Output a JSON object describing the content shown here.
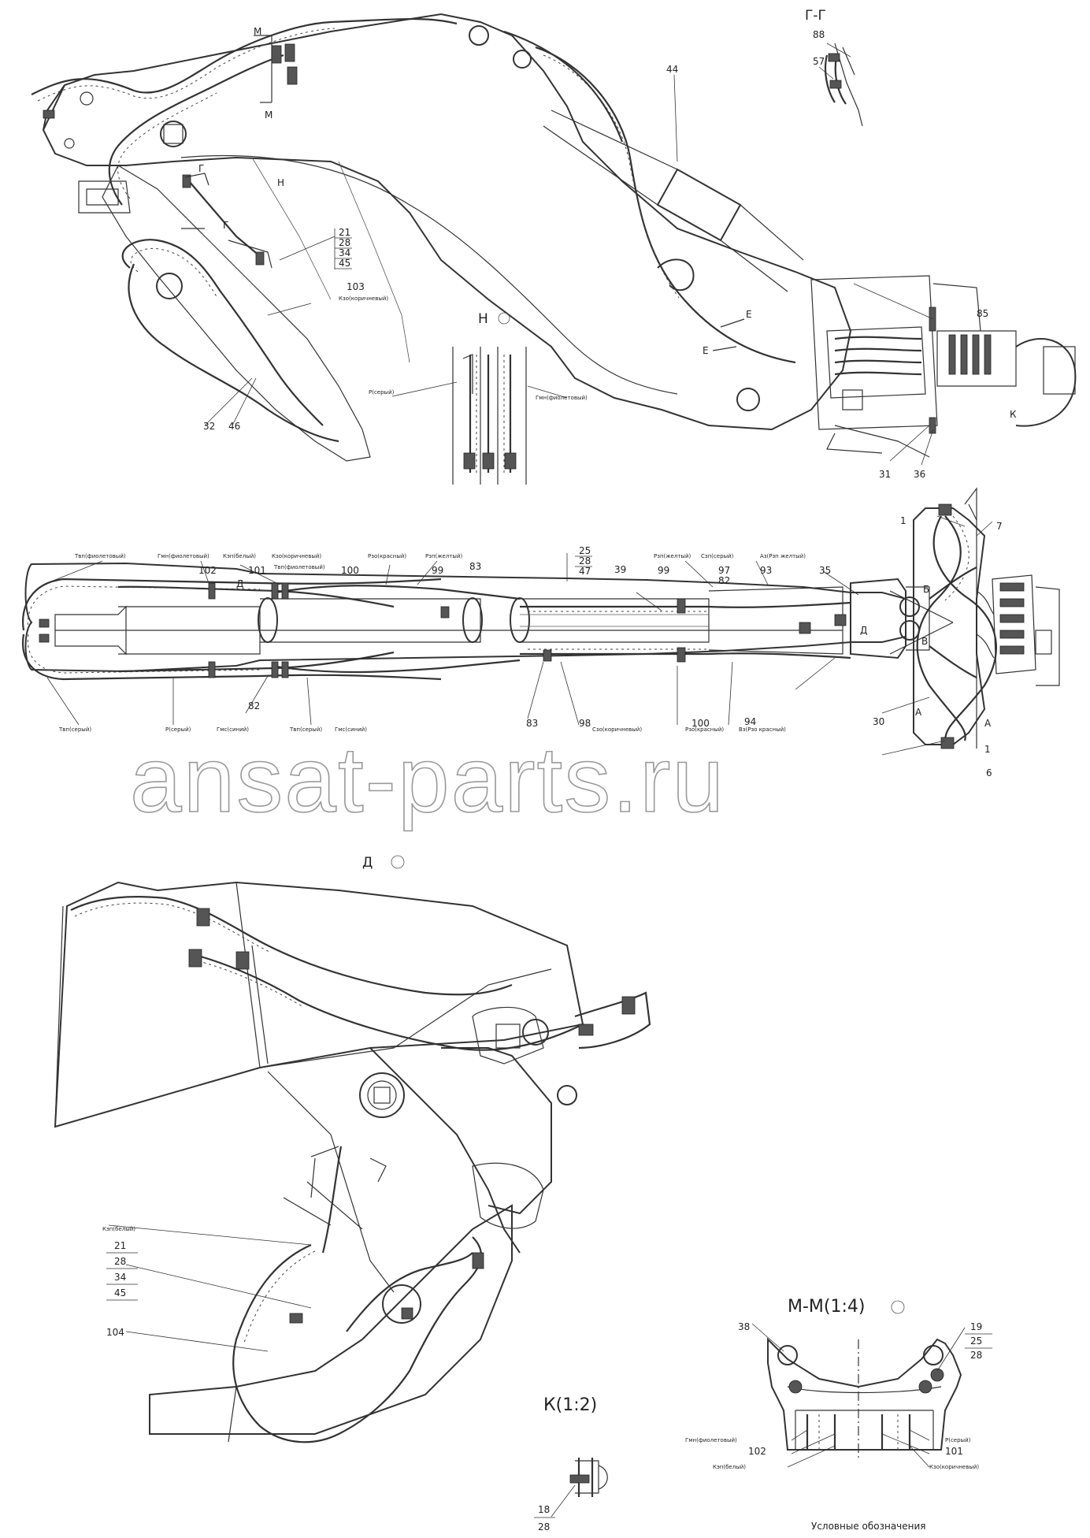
{
  "watermark": "ansat-parts.ru",
  "views": {
    "g_g": "Г-Г",
    "n": "Н",
    "d": "Д",
    "m_m": "М-М(1:4)",
    "k": "К(1:2)"
  },
  "section_marks": {
    "m1": "М",
    "m2": "М",
    "g1": "Г",
    "g2": "Г",
    "n": "Н",
    "e1": "Е",
    "e2": "Е",
    "k": "К",
    "a1": "А",
    "a2": "А",
    "b": "Б",
    "v": "В",
    "d1": "Д",
    "d2": "Д"
  },
  "top_view": {
    "callouts": {
      "c88": "88",
      "c57": "57",
      "c44": "44",
      "c85": "85",
      "c31": "31",
      "c36": "36",
      "c32": "32",
      "c46": "46",
      "c103": "103"
    },
    "stack_21_45": [
      "21",
      "28",
      "34",
      "45"
    ],
    "hose_103": "Кзо(коричневый)",
    "hose_n_left": "Р(серый)",
    "hose_n_right": "Гмн(фиолетовый)"
  },
  "plan_view": {
    "top_labels": {
      "tvp_violet_left": "Твп(фиолетовый)",
      "gmn_violet": "Гмн(фиолетовый)",
      "kep_white": "Кэп(белый)",
      "kzo_brown": "Кзо(коричневый)",
      "tvp_violet": "Твп(фиолетовый)",
      "rzo_red": "Рзо(красный)",
      "rzp_yellow": "Рзп(желтый)",
      "rzp_yellow2": "Рзп(желтый)",
      "szp_grey": "Сзп(серый)",
      "az_yellow": "Аз(Рзп желтый)"
    },
    "bottom_labels": {
      "tvp_grey": "Твп(серый)",
      "r_grey": "Р(серый)",
      "gms_blue": "Гмс(синий)",
      "tvp_grey2": "Твп(серый)",
      "gms_blue2": "Гмс(синий)",
      "szo_brown": "Сзо(коричневый)",
      "rzo_red2": "Рзо(красный)",
      "v_rzo_red": "Вз(Рзо красный)"
    },
    "callouts": {
      "c102": "102",
      "c101": "101",
      "c100": "100",
      "c99a": "99",
      "c83a": "83",
      "c39": "39",
      "c99b": "99",
      "c97": "97",
      "c82a": "82",
      "c93": "93",
      "c35": "35",
      "c1a": "1",
      "c7": "7",
      "c82b": "82",
      "c83b": "83",
      "c98": "98",
      "c100b": "100",
      "c94": "94",
      "c30": "30",
      "c1b": "1",
      "c6": "6"
    },
    "stack_25_47": [
      "25",
      "28",
      "47"
    ]
  },
  "detail_d": {
    "hose_label": "Кэп(белый)",
    "stack": [
      "21",
      "28",
      "34",
      "45"
    ],
    "c104": "104"
  },
  "detail_k": {
    "stack": [
      "18",
      "28"
    ]
  },
  "detail_mm": {
    "c38": "38",
    "stack": [
      "19",
      "25",
      "28"
    ],
    "gmn": "Гмн(фиолетовый)",
    "c102": "102",
    "kep": "Кэп(белый)",
    "r": "Р(серый)",
    "c101": "101",
    "kzo": "Кзо(коричневый)",
    "legend": "Условные обозначения"
  }
}
